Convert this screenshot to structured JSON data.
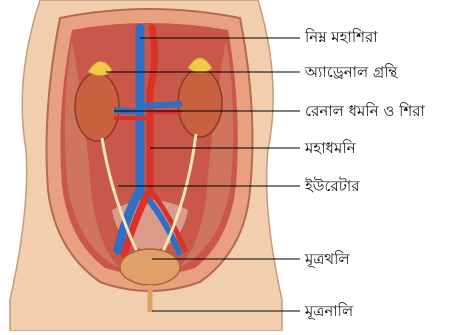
{
  "labels": [
    {
      "key": "inferior_vena_cava",
      "text": "নিম্ন মহাশিরা"
    },
    {
      "key": "adrenal_gland",
      "text": "অ্যাড্রেনাল গ্রন্থি"
    },
    {
      "key": "renal_artery_vein",
      "text": "রেনাল ধমনি ও শিরা"
    },
    {
      "key": "aorta",
      "text": "মহাধমনি"
    },
    {
      "key": "ureter",
      "text": "ইউরেটার"
    },
    {
      "key": "bladder",
      "text": "মূত্রথলি"
    },
    {
      "key": "urethra",
      "text": "মূত্রনালি"
    }
  ],
  "colors": {
    "background": "#ffffff",
    "skin": "#f1cfae",
    "cavity": "#c9584a",
    "muscle": "#d07a5e",
    "kidney": "#c9603f",
    "adrenal": "#f2c84b",
    "vein": "#2f6fc4",
    "artery": "#d8322b",
    "bladder": "#e0a06a",
    "leader": "#000000"
  }
}
